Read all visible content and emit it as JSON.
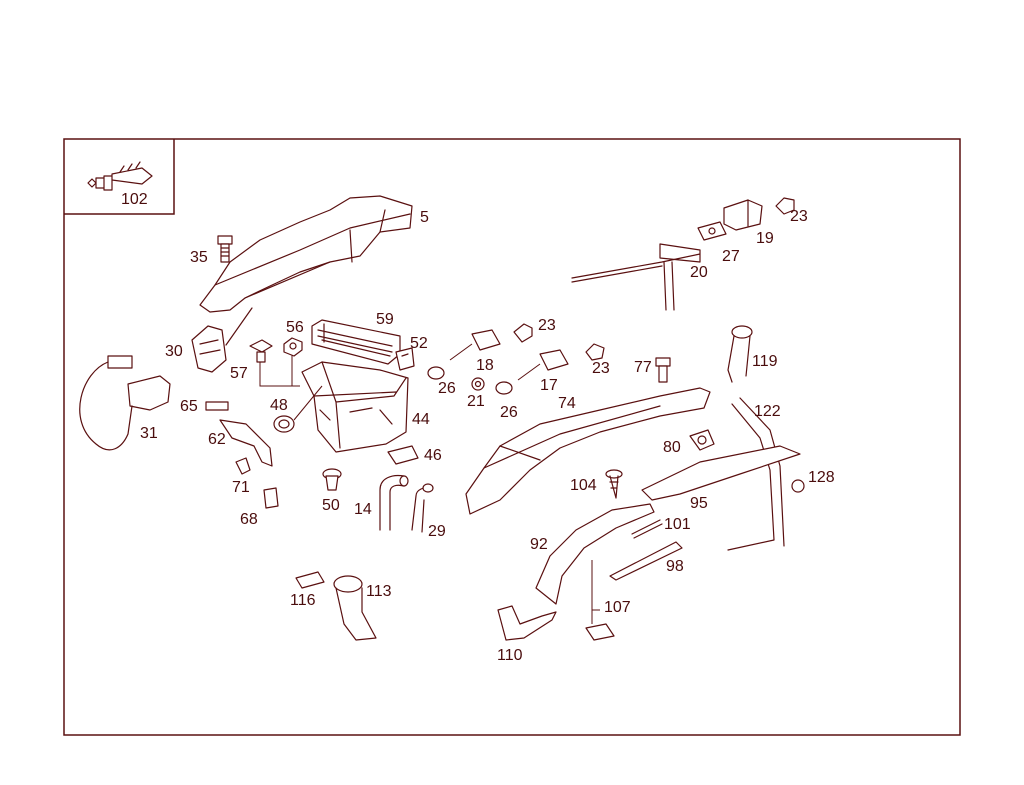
{
  "colors": {
    "line": "#5a1010",
    "label": "#4a0d0d",
    "background": "#ffffff"
  },
  "labels": {
    "p102": "102",
    "p5": "5",
    "p35": "35",
    "p30": "30",
    "p57": "57",
    "p56": "56",
    "p59": "59",
    "p52": "52",
    "p31": "31",
    "p65": "65",
    "p48": "48",
    "p62": "62",
    "p44": "44",
    "p46": "46",
    "p71": "71",
    "p68": "68",
    "p50": "50",
    "p14": "14",
    "p29": "29",
    "p116": "116",
    "p113": "113",
    "p23a": "23",
    "p19": "19",
    "p27": "27",
    "p20": "20",
    "p23b": "23",
    "p18": "18",
    "p26a": "26",
    "p21": "21",
    "p17": "17",
    "p23c": "23",
    "p26b": "26",
    "p74": "74",
    "p77": "77",
    "p119": "119",
    "p122": "122",
    "p80": "80",
    "p104": "104",
    "p128": "128",
    "p95": "95",
    "p101": "101",
    "p92": "92",
    "p98": "98",
    "p107": "107",
    "p110": "110"
  }
}
